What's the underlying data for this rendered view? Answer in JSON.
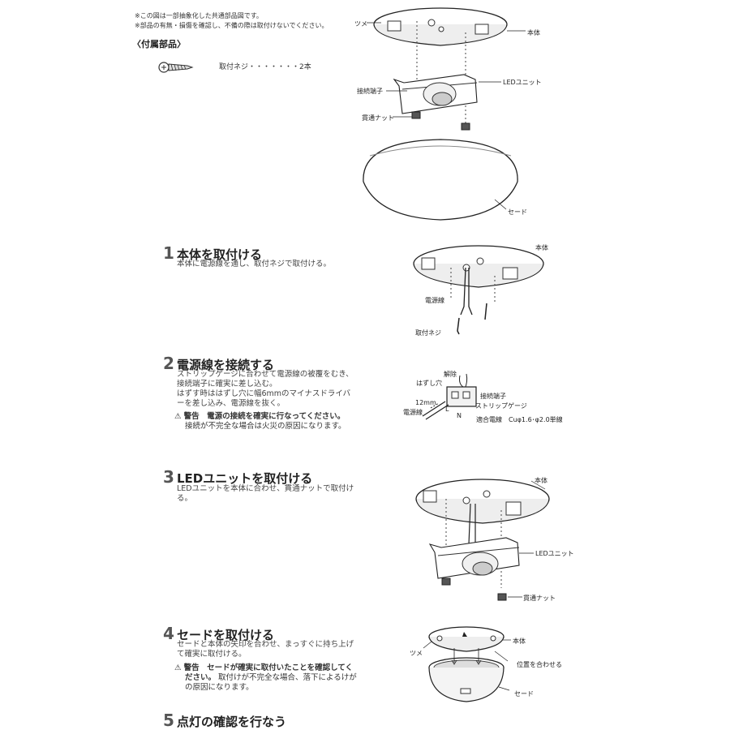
{
  "notes": {
    "line1": "※この図は一部抽象化した共通部品図です。",
    "line2": "※部品の有無・損傷を確認し、不備の際は取付けないでください。"
  },
  "accessories": {
    "heading": "〈付属部品〉",
    "screw_label": "取付ネジ・・・・・・・2本"
  },
  "exploded_diagram": {
    "tsume": "ツメ",
    "hontai": "本体",
    "led_unit": "LEDユニット",
    "setsuzoku_tanshi": "接続端子",
    "kantsu_nut": "貫通ナット",
    "shade": "セード"
  },
  "steps": [
    {
      "num": "1",
      "title": "本体を取付ける",
      "body": "本体に電源線を通し、取付ネジで取付ける。"
    },
    {
      "num": "2",
      "title": "電源線を接続する",
      "body_lines": [
        "ストリップゲージに合わせて電源線の被覆をむき、",
        "接続端子に確実に差し込む。",
        "はずす時ははずし穴に幅6mmのマイナスドライバ",
        "ーを差し込み、電源線を抜く。"
      ],
      "warning_bold": "警告　電源の接続を確実に行なってください。",
      "warning_rest": "接続が不完全な場合は火災の原因になります。"
    },
    {
      "num": "3",
      "title": "LEDユニットを取付ける",
      "body_lines": [
        "LEDユニットを本体に合わせ、貫通ナットで取付け",
        "る。"
      ]
    },
    {
      "num": "4",
      "title": "セードを取付ける",
      "body_lines": [
        "セードと本体の矢印を合わせ、まっすぐに持ち上げ",
        "て確実に取付ける。"
      ],
      "warning_bold_1": "警告　セードが確実に取付いたことを確認してく",
      "warning_bold_2": "ださい。",
      "warning_rest_1": "取付けが不完全な場合、落下によるけが",
      "warning_rest_2": "の原因になります。"
    },
    {
      "num": "5",
      "title": "点灯の確認を行なう"
    }
  ],
  "step1_diagram": {
    "hontai": "本体",
    "dengensen": "電源線",
    "toritsuke_neji": "取付ネジ"
  },
  "step2_diagram": {
    "kaijo": "解除",
    "hazushi_ana": "はずし穴",
    "setsuzoku_tanshi": "接続端子",
    "strip_gauge": "ストリップゲージ",
    "mm12": "12mm",
    "dengensen": "電源線",
    "L": "L",
    "N": "N",
    "tekigo": "適合電線　Cuφ1.6･φ2.0単線"
  },
  "step3_diagram": {
    "hontai": "本体",
    "led_unit": "LEDユニット",
    "kantsu_nut": "貫通ナット"
  },
  "step4_diagram": {
    "hontai": "本体",
    "tsume": "ツメ",
    "ichi": "位置を合わせる",
    "shade": "セード"
  }
}
